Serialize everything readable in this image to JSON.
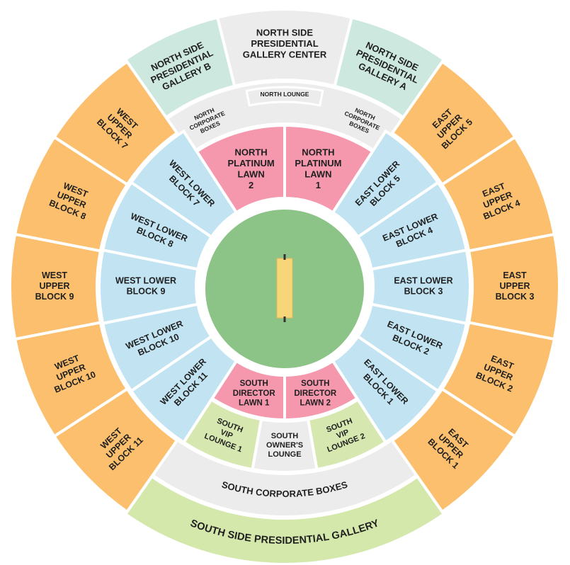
{
  "title": "Stadium Seating Map",
  "colors": {
    "upper": "#fbbf6e",
    "lower": "#c2e4f2",
    "lawn": "#f598ad",
    "gallery_side": "#cde8df",
    "gray": "#ececec",
    "vip": "#d6e8b0",
    "south_gallery": "#d4e8ac",
    "field": "#8cc386",
    "pitch": "#f7d67a",
    "text": "#1f1f1f",
    "muted_text": "#a9a9a9"
  },
  "sections": {
    "north_gallery_b": {
      "lines": [
        "NORTH SIDE",
        "PRESIDENTIAL",
        "GALLERY B"
      ]
    },
    "north_gallery_center": {
      "lines": [
        "NORTH SIDE",
        "PRESIDENTIAL",
        "GALLERY CENTER"
      ]
    },
    "north_gallery_a": {
      "lines": [
        "NORTH SIDE",
        "PRESIDENTIAL",
        "GALLERY A"
      ]
    },
    "north_corporate_band": {
      "lines": []
    },
    "north_corporate_boxes_left": {
      "lines": [
        "NORTH",
        "CORPORATE",
        "BOXES"
      ]
    },
    "north_corporate_boxes_right": {
      "lines": [
        "NORTH",
        "CORPORATE",
        "BOXES"
      ]
    },
    "north_lounge": {
      "lines": [
        "NORTH LOUNGE"
      ]
    },
    "north_platinum_lawn_2": {
      "lines": [
        "NORTH",
        "PLATINUM",
        "LAWN",
        "2"
      ]
    },
    "north_platinum_lawn_1": {
      "lines": [
        "NORTH",
        "PLATINUM",
        "LAWN",
        "1"
      ]
    },
    "east_lower_block_5": {
      "lines": [
        "EAST LOWER",
        "BLOCK 5"
      ]
    },
    "east_lower_block_4": {
      "lines": [
        "EAST LOWER",
        "BLOCK 4"
      ]
    },
    "east_lower_block_3": {
      "lines": [
        "EAST LOWER",
        "BLOCK 3"
      ]
    },
    "east_lower_block_2": {
      "lines": [
        "EAST LOWER",
        "BLOCK 2"
      ]
    },
    "east_lower_block_1": {
      "lines": [
        "EAST LOWER",
        "BLOCK 1"
      ]
    },
    "east_upper_block_5": {
      "lines": [
        "EAST",
        "UPPER",
        "BLOCK 5"
      ]
    },
    "east_upper_block_4": {
      "lines": [
        "EAST",
        "UPPER",
        "BLOCK 4"
      ]
    },
    "east_upper_block_3": {
      "lines": [
        "EAST",
        "UPPER",
        "BLOCK 3"
      ]
    },
    "east_upper_block_2": {
      "lines": [
        "EAST",
        "UPPER",
        "BLOCK 2"
      ]
    },
    "east_upper_block_1": {
      "lines": [
        "EAST",
        "UPPER",
        "BLOCK 1"
      ]
    },
    "west_lower_block_7": {
      "lines": [
        "WEST LOWER",
        "BLOCK 7"
      ]
    },
    "west_lower_block_8": {
      "lines": [
        "WEST LOWER",
        "BLOCK 8"
      ]
    },
    "west_lower_block_9": {
      "lines": [
        "WEST LOWER",
        "BLOCK 9"
      ]
    },
    "west_lower_block_10": {
      "lines": [
        "WEST LOWER",
        "BLOCK 10"
      ]
    },
    "west_lower_block_11": {
      "lines": [
        "WEST LOWER",
        "BLOCK 11"
      ]
    },
    "west_upper_block_7": {
      "lines": [
        "WEST",
        "UPPER",
        "BLOCK 7"
      ]
    },
    "west_upper_block_8": {
      "lines": [
        "WEST",
        "UPPER",
        "BLOCK 8"
      ]
    },
    "west_upper_block_9": {
      "lines": [
        "WEST",
        "UPPER",
        "BLOCK 9"
      ]
    },
    "west_upper_block_10": {
      "lines": [
        "WEST",
        "UPPER",
        "BLOCK 10"
      ]
    },
    "west_upper_block_11": {
      "lines": [
        "WEST",
        "UPPER",
        "BLOCK 11"
      ]
    },
    "south_director_lawn_1": {
      "lines": [
        "SOUTH",
        "DIRECTOR",
        "LAWN 1"
      ]
    },
    "south_director_lawn_2": {
      "lines": [
        "SOUTH",
        "DIRECTOR",
        "LAWN 2"
      ]
    },
    "south_vip_lounge_1": {
      "lines": [
        "SOUTH",
        "VIP",
        "LOUNGE 1"
      ]
    },
    "south_owners_lounge": {
      "lines": [
        "SOUTH",
        "OWNER'S",
        "LOUNGE"
      ]
    },
    "south_vip_lounge_2": {
      "lines": [
        "SOUTH",
        "VIP",
        "LOUNGE 2"
      ]
    }
  },
  "curved_sections": {
    "south_corporate_boxes": {
      "label": "SOUTH CORPORATE BOXES"
    },
    "south_side_presidential_gallery": {
      "label": "SOUTH SIDE PRESIDENTIAL GALLERY"
    }
  }
}
